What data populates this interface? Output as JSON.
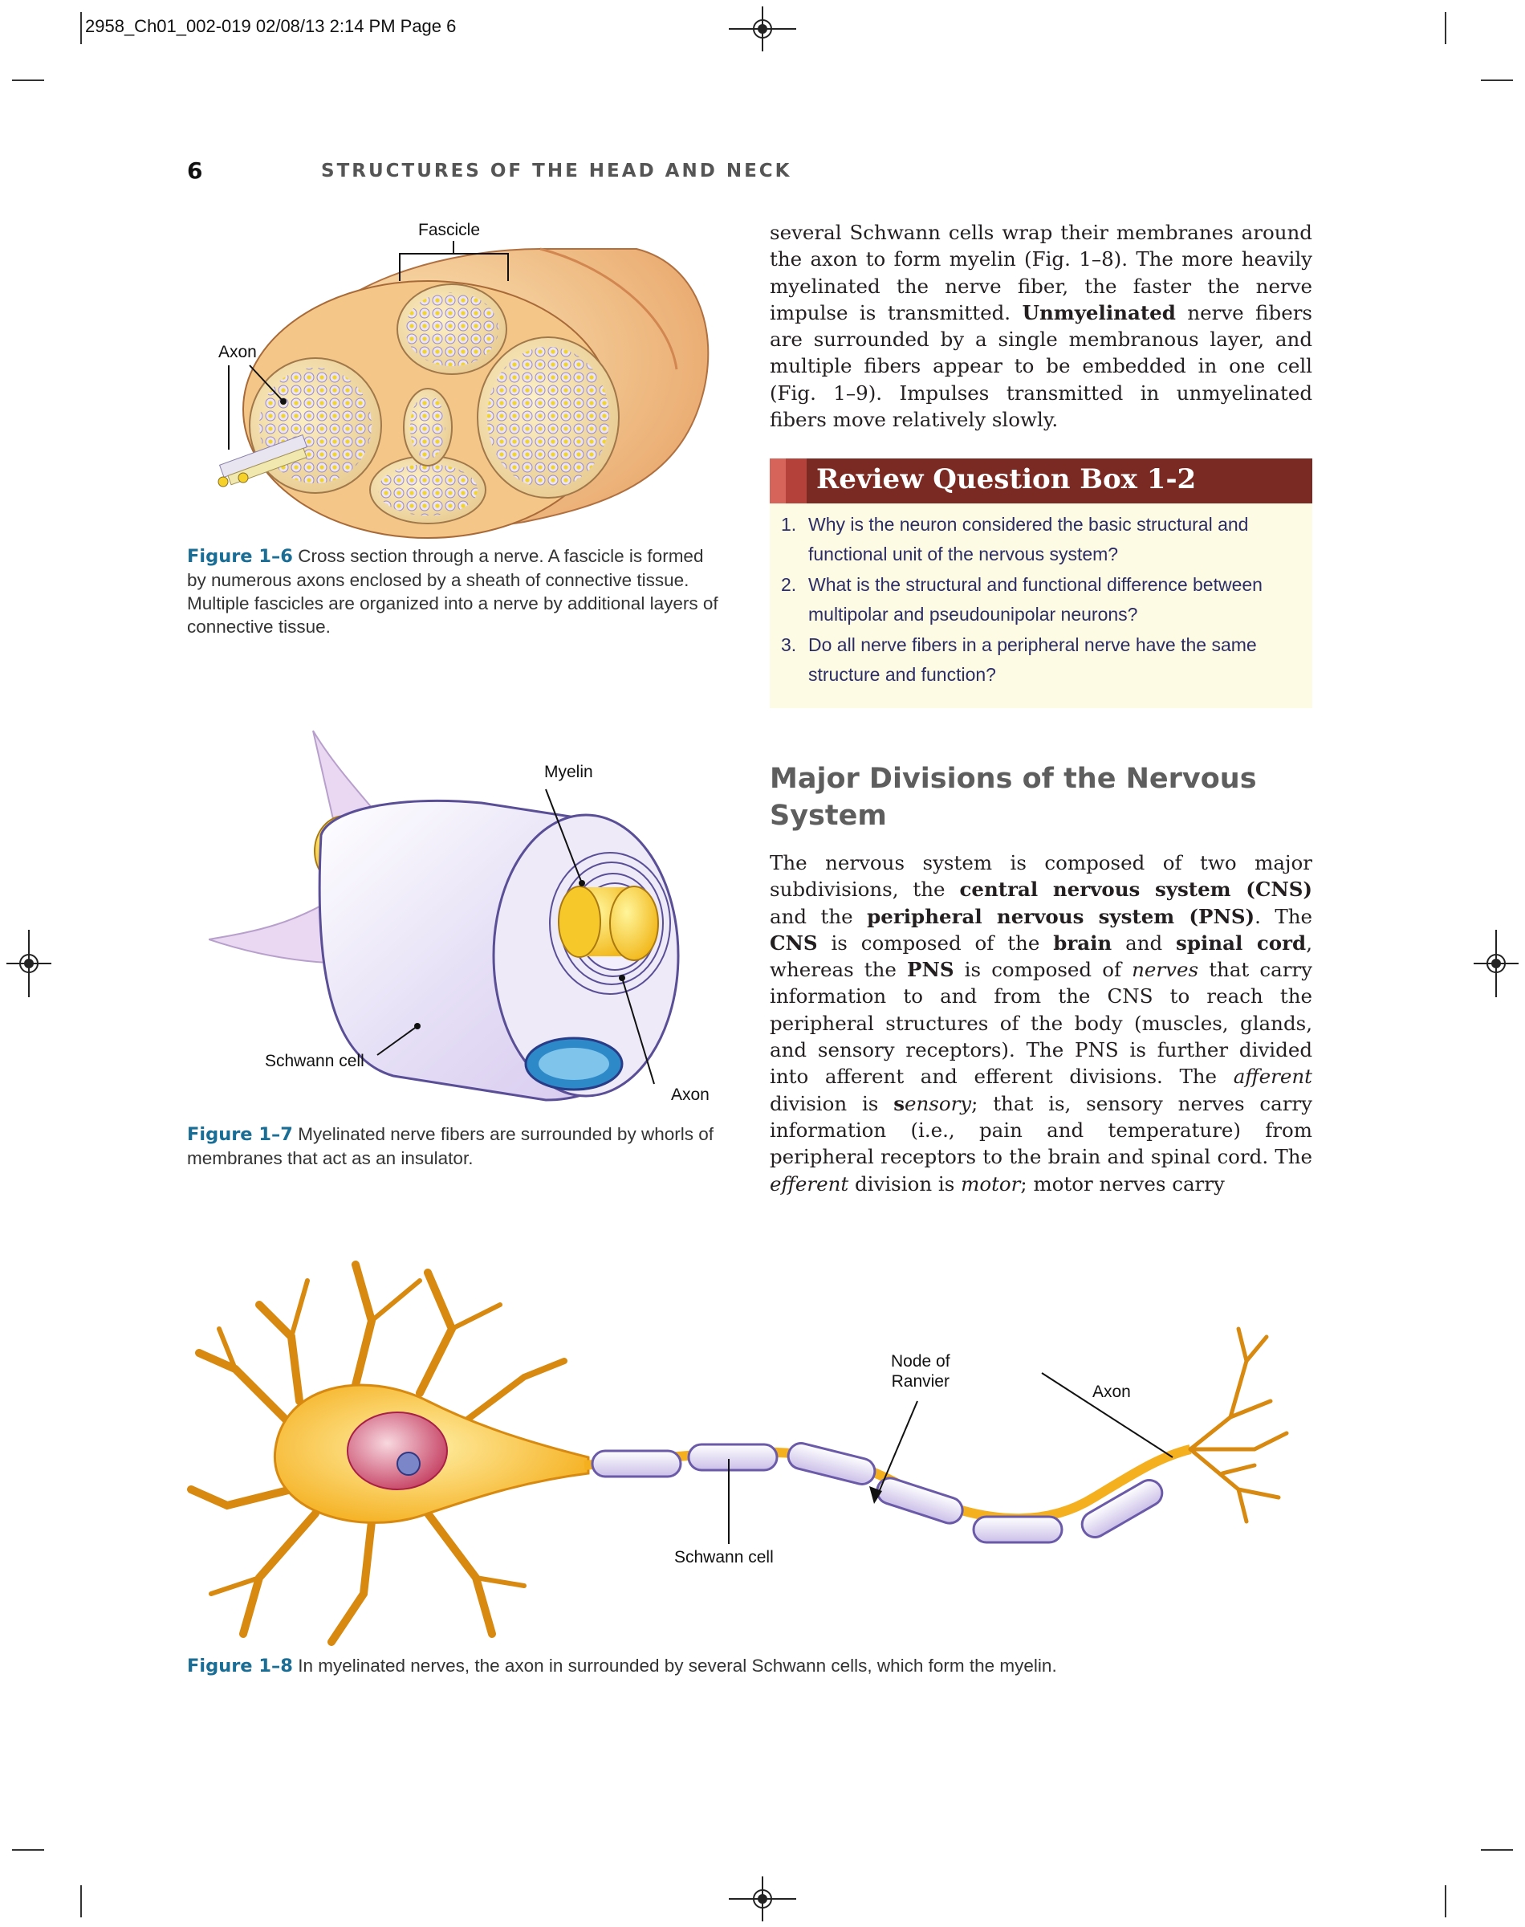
{
  "slug": "2958_Ch01_002-019  02/08/13  2:14 PM  Page 6",
  "page_number": "6",
  "running_head": "STRUCTURES OF THE HEAD AND NECK",
  "figure_1_6": {
    "labels": {
      "fascicle": "Fascicle",
      "axon": "Axon"
    },
    "fig_label": "Figure 1–6",
    "caption": " Cross section through a nerve. A fascicle is formed by numerous axons enclosed by a sheath of connective tissue. Multiple fascicles are organized into a nerve by additional layers of connective tissue."
  },
  "figure_1_7": {
    "labels": {
      "myelin": "Myelin",
      "schwann_cell": "Schwann cell",
      "axon": "Axon"
    },
    "fig_label": "Figure 1–7",
    "caption": " Myelinated nerve fibers are surrounded by whorls of membranes that act as an insulator."
  },
  "figure_1_8": {
    "labels": {
      "node_1": "Node of",
      "node_2": "Ranvier",
      "axon": "Axon",
      "schwann_cell": "Schwann cell"
    },
    "fig_label": "Figure 1–8",
    "caption": " In myelinated nerves, the axon in surrounded by several Schwann cells, which form the myelin."
  },
  "intro_paragraph": {
    "t1": "several Schwann cells wrap their membranes around the axon to form myelin (Fig. 1–8). The more heavily myelinated the nerve fiber, the faster the nerve impulse is transmitted. ",
    "b1": "Unmyelinated",
    "t2": " nerve fibers are surrounded by a single membranous layer, and multiple fibers appear to be embedded in one cell (Fig. 1–9). Impulses transmitted in unmyelinated fibers move relatively slowly."
  },
  "review_box": {
    "title": "Review Question Box 1-2",
    "questions": [
      {
        "num": "1.",
        "text": "Why is the neuron considered the basic structural and functional unit of the nervous system?"
      },
      {
        "num": "2.",
        "text": "What is the structural and functional difference between multipolar and pseudounipolar neurons?"
      },
      {
        "num": "3.",
        "text": "Do all nerve fibers in a peripheral nerve have the same structure and function?"
      }
    ]
  },
  "section": {
    "heading": "Major Divisions of the Nervous System",
    "p": {
      "t1": "The nervous system is composed of two major subdivisions, the ",
      "b1": "central nervous system (CNS)",
      "t2": " and the ",
      "b2": "peripheral nervous system (PNS)",
      "t3": ". The ",
      "b3": "CNS",
      "t4": " is composed of the ",
      "b4": "brain",
      "t5": " and ",
      "b5": "spinal cord",
      "t6": ", whereas the ",
      "b6": "PNS",
      "t7": " is composed of ",
      "i1": "nerves",
      "t8": " that carry information to and from the CNS to reach the peripheral structures of the body (muscles, glands, and sensory receptors). The PNS is further divided into afferent and efferent divisions. The ",
      "i2": "afferent",
      "t9": " division is ",
      "b7": "s",
      "i3": "ensory",
      "t10": "; that is, sensory nerves carry information (i.e., pain and temperature) from peripheral receptors to the brain and spinal cord. The ",
      "i4": "efferent",
      "t11": " division is ",
      "i5": "motor",
      "t12": "; motor nerves carry"
    }
  }
}
